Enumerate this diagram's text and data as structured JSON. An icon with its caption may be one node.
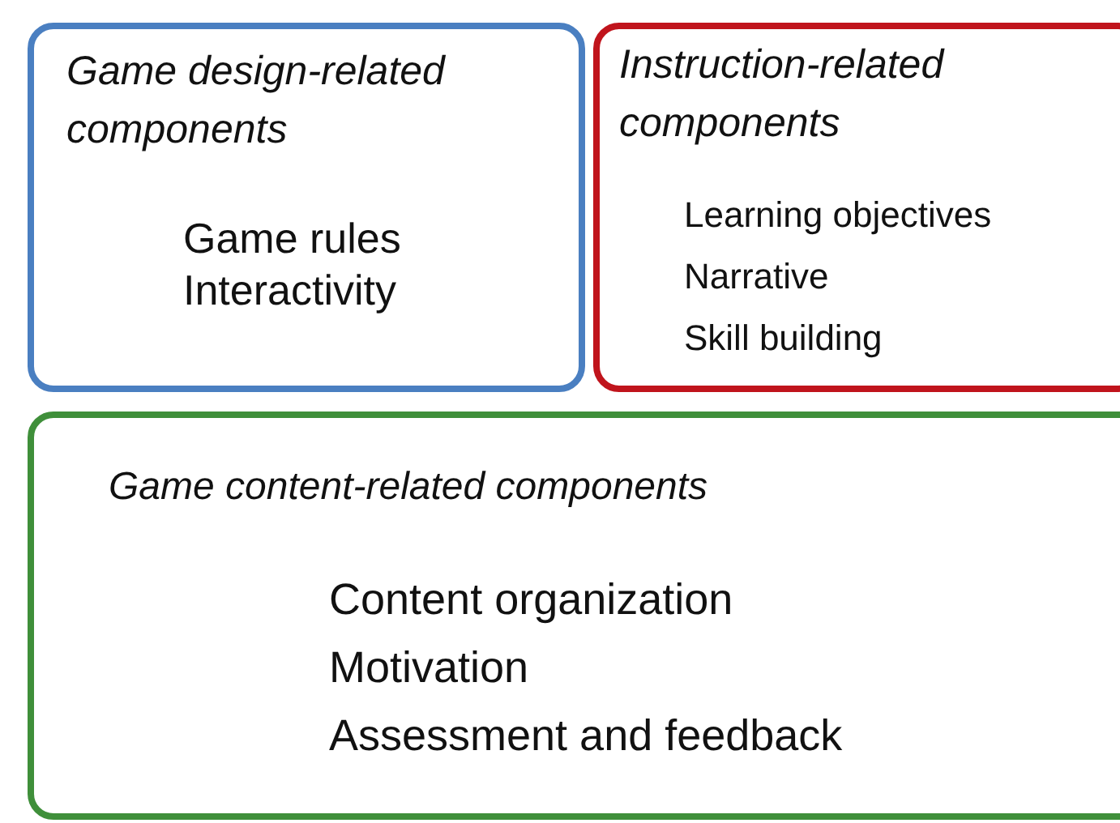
{
  "diagram": {
    "nodes": [
      {
        "text": [
          "Game design-related components",
          "Game rules",
          "Interactivity"
        ]
      },
      {
        "text": [
          "Instruction-related components",
          "Learning objectives",
          "Narrative",
          "Skill building"
        ]
      },
      {
        "text": [
          "Game content-related components",
          "Content organization",
          "Motivation",
          "Assessment and feedback"
        ]
      }
    ]
  }
}
